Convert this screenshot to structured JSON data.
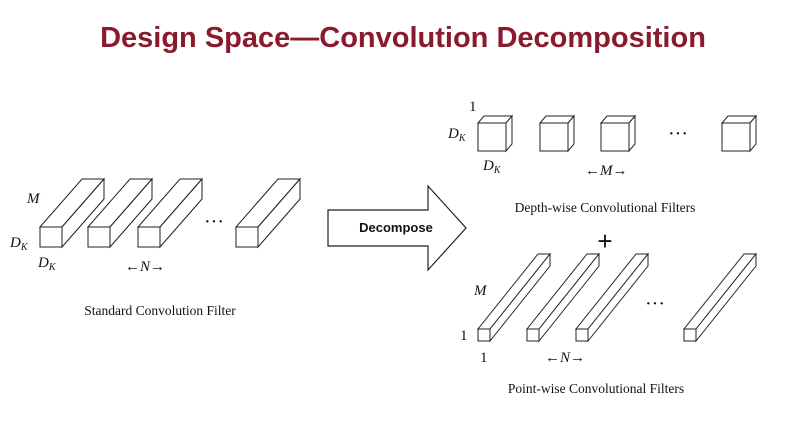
{
  "title": "Design Space—Convolution Decomposition",
  "standard": {
    "caption": "Standard Convolution Filter",
    "depth_label": "M",
    "height_label": "D",
    "height_sub": "K",
    "width_label": "D",
    "width_sub": "K",
    "count_label": "←N→",
    "ellipsis": "···"
  },
  "decompose": {
    "label": "Decompose"
  },
  "depthwise": {
    "caption": "Depth-wise Convolutional Filters",
    "depth_label": "1",
    "height_label": "D",
    "height_sub": "K",
    "width_label": "D",
    "width_sub": "K",
    "count_label": "←M→",
    "ellipsis": "···"
  },
  "plus": "+",
  "pointwise": {
    "caption": "Point-wise Convolutional Filters",
    "depth_label": "M",
    "height_label": "1",
    "width_label": "1",
    "count_label": "←N→",
    "ellipsis": "···"
  }
}
